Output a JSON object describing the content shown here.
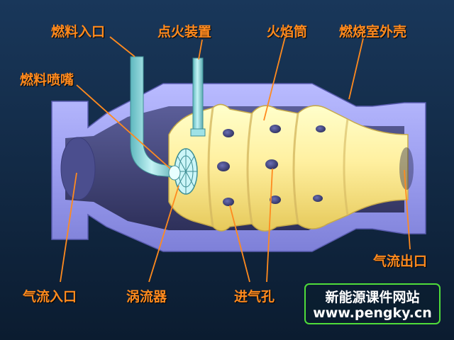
{
  "labels": {
    "fuel_inlet": "燃料入口",
    "ignition": "点火装置",
    "flame_tube": "火焰筒",
    "outer_casing": "燃烧室外壳",
    "fuel_nozzle": "燃料喷嘴",
    "air_inlet": "气流入口",
    "swirler": "涡流器",
    "intake_holes": "进气孔",
    "air_outlet": "气流出口"
  },
  "site": {
    "name": "新能源课件网站",
    "url": "www.pengky.cn"
  },
  "colors": {
    "label": "#ff8a1e",
    "leader_line": "#ff8a1e",
    "casing": "#a8aaf6",
    "flame_tube": "#fff2a0",
    "fuel_pipe": "#8fdbe0",
    "site_border": "#4fdc3a"
  }
}
